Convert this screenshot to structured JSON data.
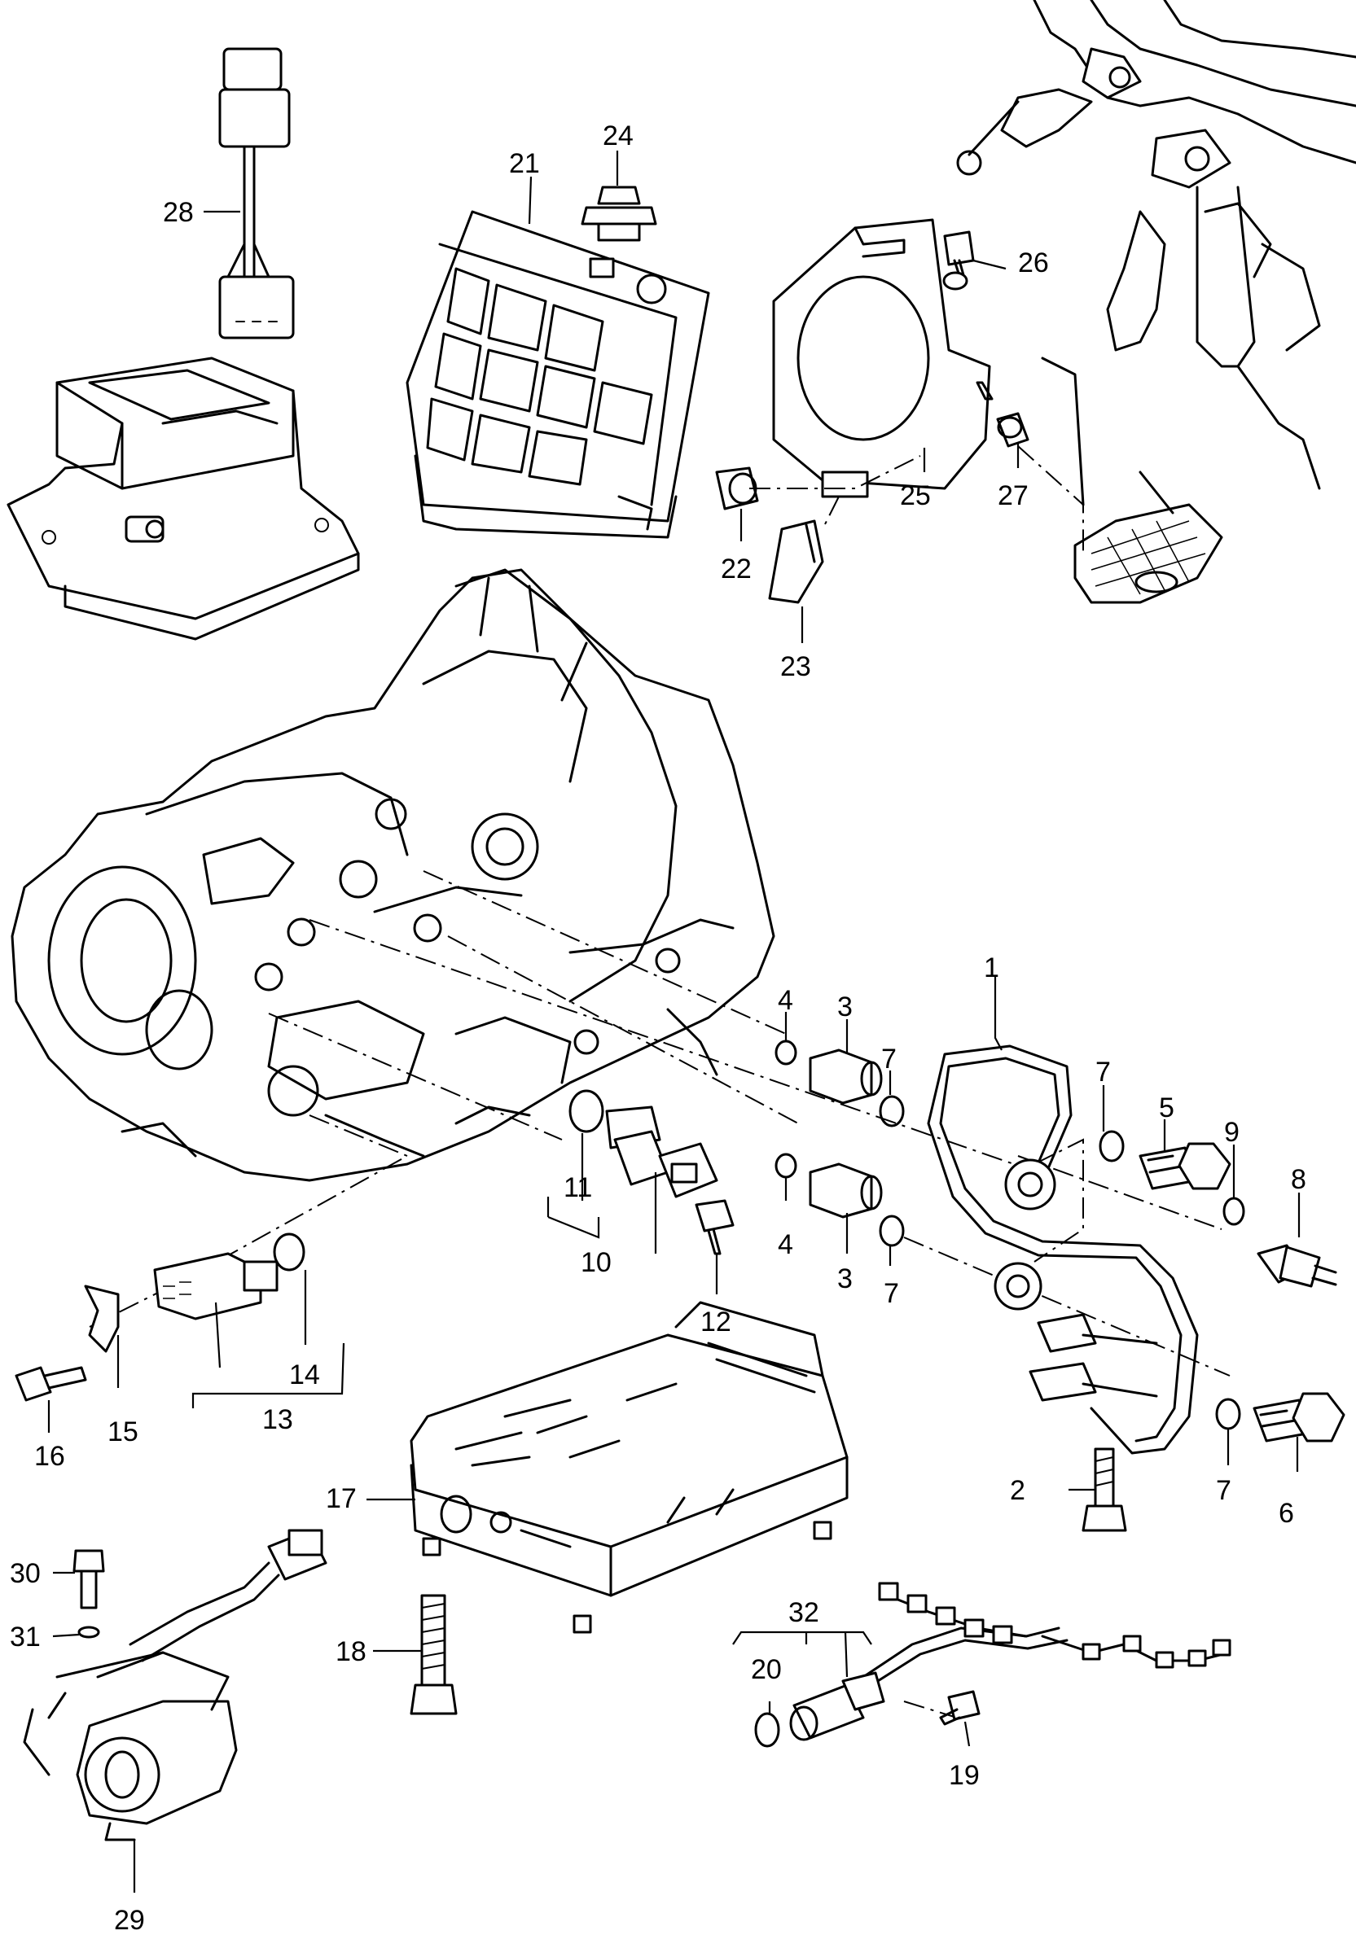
{
  "callouts": [
    {
      "id": "c1",
      "label": "1"
    },
    {
      "id": "c2",
      "label": "2"
    },
    {
      "id": "c3a",
      "label": "3"
    },
    {
      "id": "c3b",
      "label": "3"
    },
    {
      "id": "c4a",
      "label": "4"
    },
    {
      "id": "c4b",
      "label": "4"
    },
    {
      "id": "c5",
      "label": "5"
    },
    {
      "id": "c6",
      "label": "6"
    },
    {
      "id": "c7a",
      "label": "7"
    },
    {
      "id": "c7b",
      "label": "7"
    },
    {
      "id": "c7c",
      "label": "7"
    },
    {
      "id": "c7d",
      "label": "7"
    },
    {
      "id": "c8",
      "label": "8"
    },
    {
      "id": "c9",
      "label": "9"
    },
    {
      "id": "c10",
      "label": "10"
    },
    {
      "id": "c11",
      "label": "11"
    },
    {
      "id": "c12",
      "label": "12"
    },
    {
      "id": "c13",
      "label": "13"
    },
    {
      "id": "c14",
      "label": "14"
    },
    {
      "id": "c15",
      "label": "15"
    },
    {
      "id": "c16",
      "label": "16"
    },
    {
      "id": "c17",
      "label": "17"
    },
    {
      "id": "c18",
      "label": "18"
    },
    {
      "id": "c19",
      "label": "19"
    },
    {
      "id": "c20",
      "label": "20"
    },
    {
      "id": "c21",
      "label": "21"
    },
    {
      "id": "c22",
      "label": "22"
    },
    {
      "id": "c23",
      "label": "23"
    },
    {
      "id": "c24",
      "label": "24"
    },
    {
      "id": "c25",
      "label": "25"
    },
    {
      "id": "c26",
      "label": "26"
    },
    {
      "id": "c27",
      "label": "27"
    },
    {
      "id": "c28",
      "label": "28"
    },
    {
      "id": "c29",
      "label": "29"
    },
    {
      "id": "c30",
      "label": "30"
    },
    {
      "id": "c31",
      "label": "31"
    },
    {
      "id": "c32",
      "label": "32"
    }
  ]
}
